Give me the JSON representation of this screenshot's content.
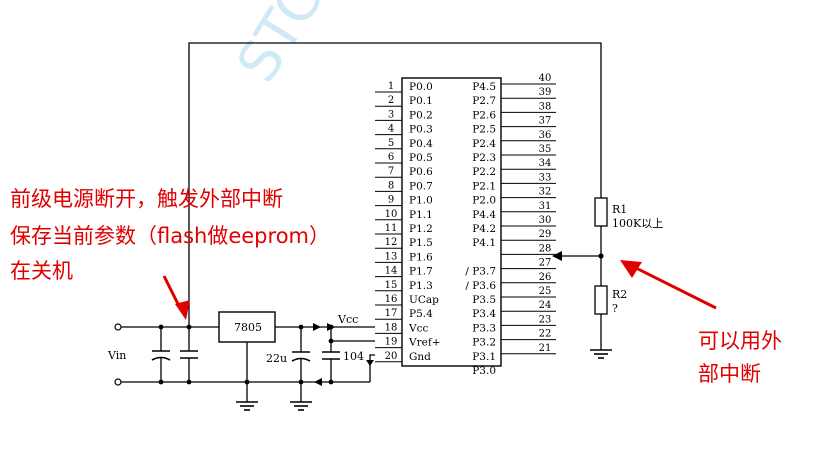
{
  "watermark": "STC",
  "chip": {
    "left_pins": [
      {
        "num": "1",
        "name": "P0.0"
      },
      {
        "num": "2",
        "name": "P0.1"
      },
      {
        "num": "3",
        "name": "P0.2"
      },
      {
        "num": "4",
        "name": "P0.3"
      },
      {
        "num": "5",
        "name": "P0.4"
      },
      {
        "num": "6",
        "name": "P0.5"
      },
      {
        "num": "7",
        "name": "P0.6"
      },
      {
        "num": "8",
        "name": "P0.7"
      },
      {
        "num": "9",
        "name": "P1.0"
      },
      {
        "num": "10",
        "name": "P1.1"
      },
      {
        "num": "11",
        "name": "P1.2"
      },
      {
        "num": "12",
        "name": "P1.5"
      },
      {
        "num": "13",
        "name": "P1.6"
      },
      {
        "num": "14",
        "name": "P1.7"
      },
      {
        "num": "15",
        "name": "P1.3"
      },
      {
        "num": "16",
        "name": "UCap"
      },
      {
        "num": "17",
        "name": "P5.4"
      },
      {
        "num": "18",
        "name": "Vcc"
      },
      {
        "num": "19",
        "name": "Vref+"
      },
      {
        "num": "20",
        "name": "Gnd"
      }
    ],
    "right_pins": [
      {
        "num": "40",
        "name": "P4.5"
      },
      {
        "num": "39",
        "name": "P2.7"
      },
      {
        "num": "38",
        "name": "P2.6"
      },
      {
        "num": "37",
        "name": "P2.5"
      },
      {
        "num": "36",
        "name": "P2.4"
      },
      {
        "num": "35",
        "name": "P2.3"
      },
      {
        "num": "34",
        "name": "P2.2"
      },
      {
        "num": "33",
        "name": "P2.1"
      },
      {
        "num": "32",
        "name": "P2.0"
      },
      {
        "num": "31",
        "name": "P4.4"
      },
      {
        "num": "30",
        "name": "P4.2"
      },
      {
        "num": "29",
        "name": "P4.1"
      },
      {
        "num": "28",
        "name": ""
      },
      {
        "num": "27",
        "name": "/ P3.7"
      },
      {
        "num": "26",
        "name": "/ P3.6"
      },
      {
        "num": "25",
        "name": "P3.5"
      },
      {
        "num": "24",
        "name": "P3.4"
      },
      {
        "num": "23",
        "name": "P3.3"
      },
      {
        "num": "22",
        "name": "P3.2"
      },
      {
        "num": "21",
        "name": "P3.1"
      },
      {
        "num": "",
        "name": "P3.0"
      }
    ]
  },
  "labels": {
    "vin": "Vin",
    "regulator": "7805",
    "vcc": "Vcc",
    "cap_22u": "22u",
    "cap_104": "104",
    "r1_name": "R1",
    "r1_value": "100K以上",
    "r2_name": "R2",
    "r2_value": "?"
  },
  "annotations": {
    "left": [
      "前级电源断开，触发外部中断",
      "保存当前参数（flash做eeprom）",
      "在关机"
    ],
    "right": [
      "可以用外",
      "部中断"
    ]
  },
  "colors": {
    "annotation": "#e00000",
    "watermark": "#cfeaf6"
  }
}
